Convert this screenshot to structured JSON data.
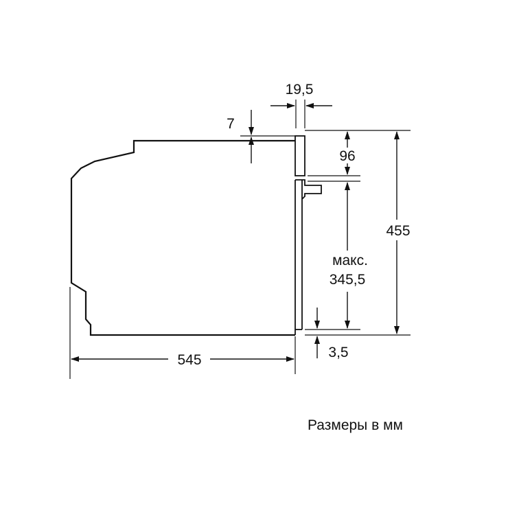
{
  "dimensions": {
    "depth": "545",
    "height": "455",
    "top_offset": "7",
    "front_thickness": "19,5",
    "panel_height": "96",
    "max_label": "макс.",
    "max_value": "345,5",
    "bottom_offset": "3,5"
  },
  "caption": "Размеры в мм",
  "colors": {
    "line": "#111111",
    "background": "#ffffff"
  }
}
